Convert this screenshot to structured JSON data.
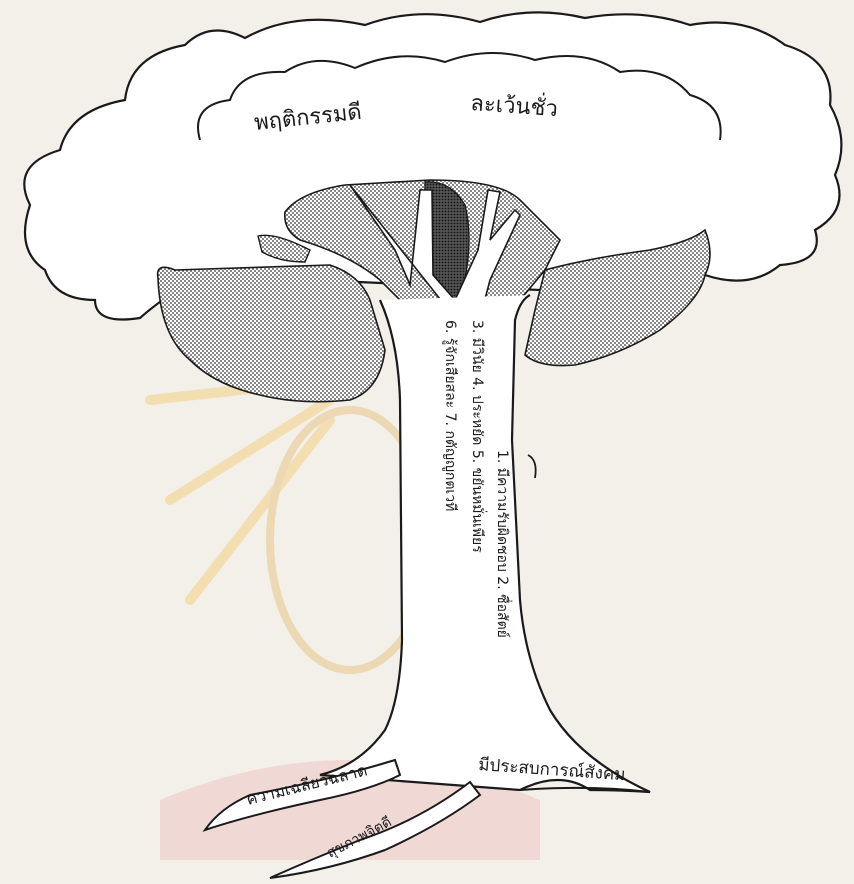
{
  "canopy": {
    "left_label": "พฤติกรรมดี",
    "right_label": "ละเว้นชั่ว"
  },
  "trunk": {
    "lines": [
      "1. มีความรับผิดชอบ 2. ซื่อสัตย์",
      "3. มีวินัย 4. ประหยัด 5. ขยันหมั่นเพียร",
      "6. รู้จักเสียสละ 7. กตัญญูกตเวที"
    ]
  },
  "roots": {
    "right": "มีประสบการณ์สังคม",
    "left": "ความเฉลียวฉลาด",
    "bottom": "สุขภาพจิตดี"
  },
  "colors": {
    "paper": "#f3efe9",
    "ink": "#1a1a1a",
    "watermark": "#f4c04a"
  }
}
